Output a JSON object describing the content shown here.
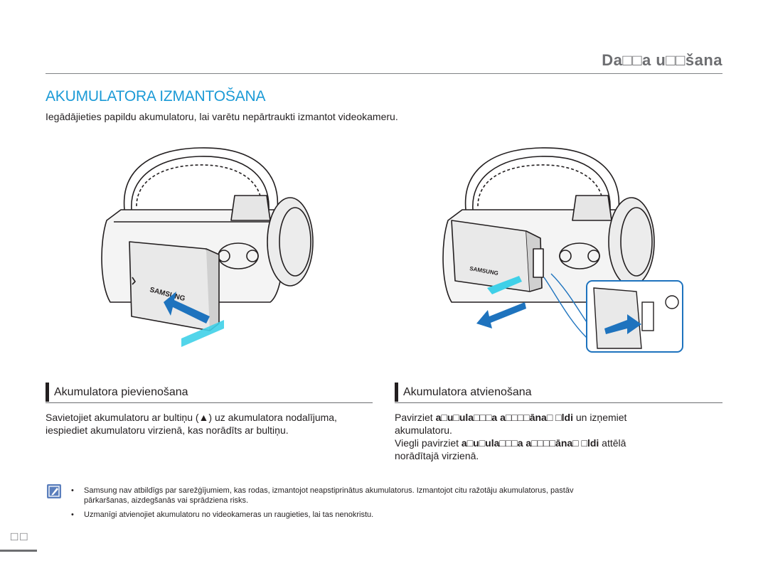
{
  "header": {
    "title": "Da□□a u□□šana"
  },
  "section": {
    "title": "AKUMULATORA IZMANTOŠANA",
    "intro": "Iegādājieties papildu akumulatoru, lai varētu nepārtraukti izmantot videokameru."
  },
  "figures": {
    "left_brand": "SAMSUNG",
    "right_brand": "SAMSUNG"
  },
  "attach": {
    "heading": "Akumulatora pievienošana",
    "line1": "Savietojiet akumulatoru ar bultiņu (▲) uz akumulatora nodalījuma,",
    "line2": "iespiediet akumulatoru virzienā, kas norādīts ar bultiņu."
  },
  "detach": {
    "heading": "Akumulatora atvienošana",
    "p1_a": "Pavirziet ",
    "p1_b": "a□u□ula□□□a a□□□□āna□ □ldi",
    "p1_c": " un izņemiet",
    "p1_d": "akumulatoru.",
    "p2_a": "Viegli pavirziet ",
    "p2_b": "a□u□ula□□□a a□□□□āna□ □ldi",
    "p2_c": " attēlā",
    "p2_d": "norādītajā virzienā."
  },
  "notes": {
    "bullet": "•",
    "n1_line1": "Samsung nav atbildīgs par sarežģījumiem, kas rodas, izmantojot neapstiprinātus akumulatorus. Izmantojot citu ražotāju akumulatorus, pastāv",
    "n1_line2": "pārkaršanas, aizdegšanās vai sprādziena risks.",
    "n2": "Uzmanīgi atvienojiet akumulatoru no videokameras un raugieties, lai tas nenokristu."
  },
  "page_number": "□□",
  "colors": {
    "accent": "#1b9ad6",
    "arrow_blue": "#1e73be",
    "arrow_cyan": "#3fd0e8",
    "note_icon": "#5b7fbd"
  }
}
